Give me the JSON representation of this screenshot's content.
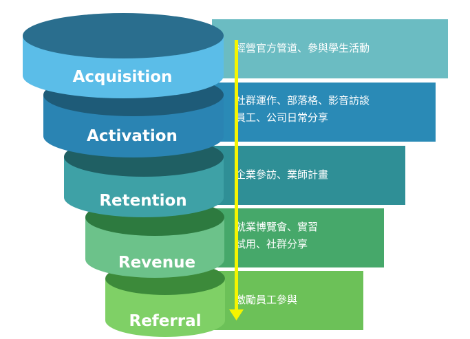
{
  "stages": [
    {
      "name": "Acquisition",
      "color_top": "#2a6e8e",
      "color_body": "#5bbde8",
      "lines": [
        "經營官方管道、參與學生活動"
      ],
      "panel_color": "#6bbcc2"
    },
    {
      "name": "Activation",
      "color_top": "#1e5b78",
      "color_body": "#2a84b3",
      "lines": [
        "社群運作、部落格、影音訪談",
        "員工、公司日常分享"
      ],
      "panel_color": "#2a8ab6"
    },
    {
      "name": "Retention",
      "color_top": "#1f5f63",
      "color_body": "#3ea1a6",
      "lines": [
        "企業參訪、業師計畫"
      ],
      "panel_color": "#2f8f96"
    },
    {
      "name": "Revenue",
      "color_top": "#2d7a3f",
      "color_body": "#6cc28a",
      "lines": [
        "就業博覽會、實習",
        "試用、社群分享"
      ],
      "panel_color": "#46a86a"
    },
    {
      "name": "Referral",
      "color_top": "#3c8a3a",
      "color_body": "#7fd066",
      "lines": [
        "激勵員工參與"
      ],
      "panel_color": "#6cc158"
    }
  ],
  "arrow_color": "#f5f500"
}
